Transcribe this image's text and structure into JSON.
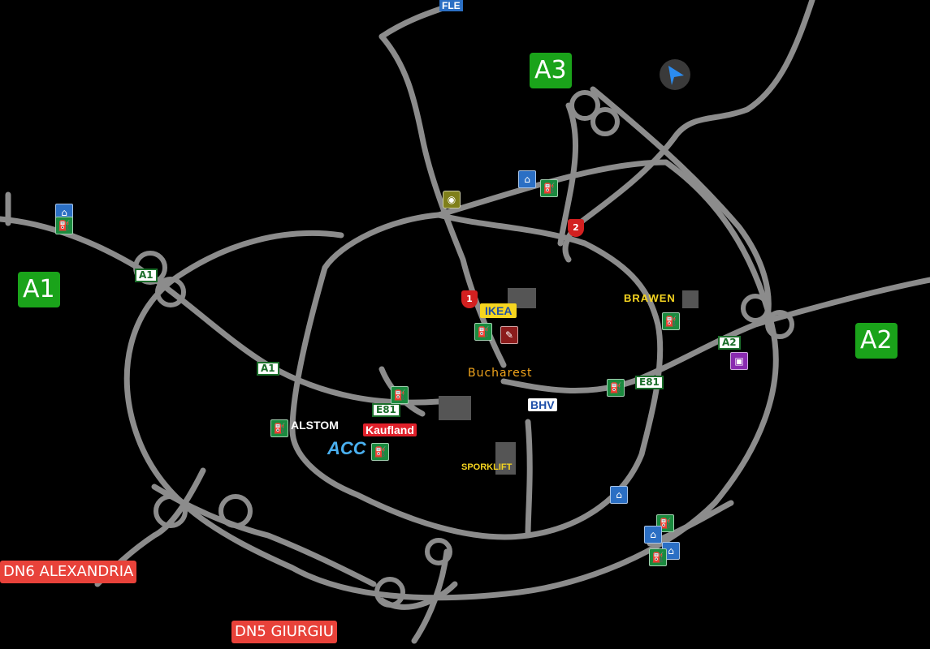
{
  "map": {
    "highway_badges": [
      {
        "id": "a3",
        "label": "A3"
      },
      {
        "id": "a1",
        "label": "A1"
      },
      {
        "id": "a2",
        "label": "A2"
      }
    ],
    "destinations": [
      {
        "id": "dn6",
        "label": "DN6 ALEXANDRIA"
      },
      {
        "id": "dn5",
        "label": "DN5 GIURGIU"
      }
    ],
    "road_labels": [
      {
        "id": "a1-west",
        "label": "A1"
      },
      {
        "id": "a1-inner",
        "label": "A1"
      },
      {
        "id": "a2-east",
        "label": "A2"
      },
      {
        "id": "e81-east",
        "label": "E81"
      },
      {
        "id": "e81-west",
        "label": "E81"
      }
    ],
    "route_shields": [
      {
        "id": "dn1",
        "label": "1"
      },
      {
        "id": "dn2",
        "label": "2"
      }
    ],
    "city": {
      "name": "Bucharest"
    },
    "companies": [
      {
        "id": "fle",
        "label": "FLE"
      },
      {
        "id": "ikea",
        "label": "IKEA"
      },
      {
        "id": "brawen",
        "label": "BRAWEN"
      },
      {
        "id": "bhv",
        "label": "BHV"
      },
      {
        "id": "alstom",
        "label": "ALSTOM"
      },
      {
        "id": "kaufland",
        "label": "Kaufland"
      },
      {
        "id": "acc",
        "label": "ACC"
      },
      {
        "id": "sporklift",
        "label": "SPORKLIFT"
      }
    ],
    "colors": {
      "background": "#000000",
      "road": "#8c8c8c",
      "highway_badge": "#1aa31a",
      "destination": "#e8423a",
      "city_label": "#f2a51c",
      "fuel": "#1a8a3e",
      "hotel": "#2b6fc4"
    },
    "icons": [
      "fuel-icon",
      "hotel-icon",
      "service-icon",
      "parking-icon",
      "viewpoint-icon",
      "navigation-arrow-icon"
    ]
  }
}
